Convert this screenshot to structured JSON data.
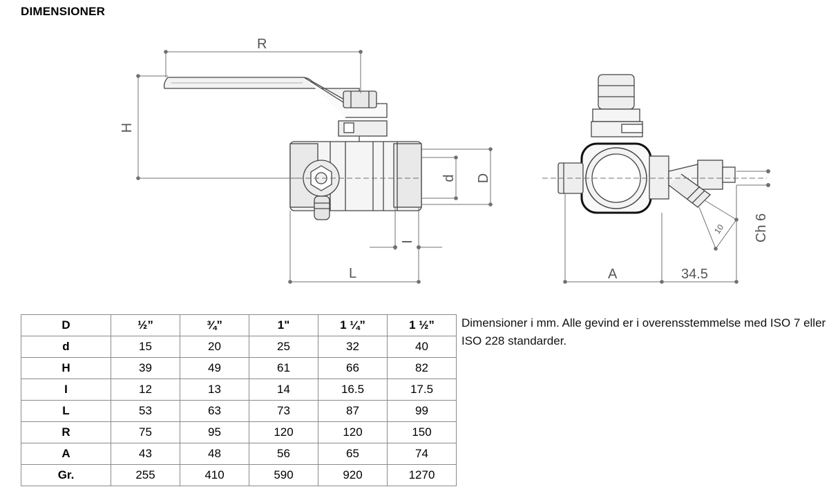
{
  "heading": "DIMENSIONER",
  "labels": {
    "R": "R",
    "H": "H",
    "d": "d",
    "D": "D",
    "I": "I",
    "L": "L",
    "A": "A",
    "offset": "34.5",
    "ch": "Ch 6",
    "small": "10"
  },
  "table": {
    "rows": [
      [
        "D",
        "½”",
        "¾”",
        "1\"",
        "1 ¼”",
        "1 ½”"
      ],
      [
        "d",
        "15",
        "20",
        "25",
        "32",
        "40"
      ],
      [
        "H",
        "39",
        "49",
        "61",
        "66",
        "82"
      ],
      [
        "I",
        "12",
        "13",
        "14",
        "16.5",
        "17.5"
      ],
      [
        "L",
        "53",
        "63",
        "73",
        "87",
        "99"
      ],
      [
        "R",
        "75",
        "95",
        "120",
        "120",
        "150"
      ],
      [
        "A",
        "43",
        "48",
        "56",
        "65",
        "74"
      ],
      [
        "Gr.",
        "255",
        "410",
        "590",
        "920",
        "1270"
      ]
    ]
  },
  "note": "Dimensioner i mm. Alle gevind er i overensstemmelse med ISO 7 eller ISO 228 standarder.",
  "colors": {
    "dimension": "#707070",
    "outline": "#444444"
  }
}
